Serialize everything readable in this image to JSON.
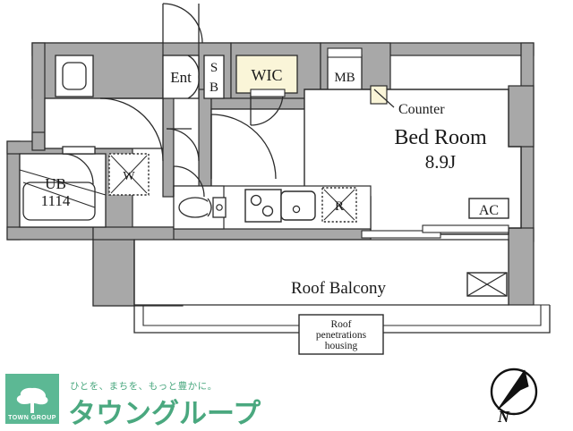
{
  "plan": {
    "rooms": {
      "bedroom_name": "Bed Room",
      "bedroom_size": "8.9J",
      "balcony": "Roof Balcony",
      "roof_housing_line1": "Roof",
      "roof_housing_line2": "penetrations",
      "roof_housing_line3": "housing"
    },
    "labels": {
      "entrance": "Ent",
      "shoe_box_top": "S",
      "shoe_box_bottom": "B",
      "wic": "WIC",
      "mb": "MB",
      "counter": "Counter",
      "ac": "AC",
      "washer": "W",
      "refrigerator": "R",
      "unit_bath_line1": "UB",
      "unit_bath_line2": "1114"
    },
    "compass": {
      "north": "N"
    },
    "colors": {
      "wall": "#a8a8a8",
      "wall_stroke": "#2b2b2b",
      "cream": "#faf5d8",
      "floor": "#ffffff",
      "text": "#1a1a1a"
    }
  },
  "footer": {
    "logo_word": "TOWN GROUP",
    "tagline": "ひとを、まちを、もっと豊かに。",
    "brand": "タウングループ"
  }
}
